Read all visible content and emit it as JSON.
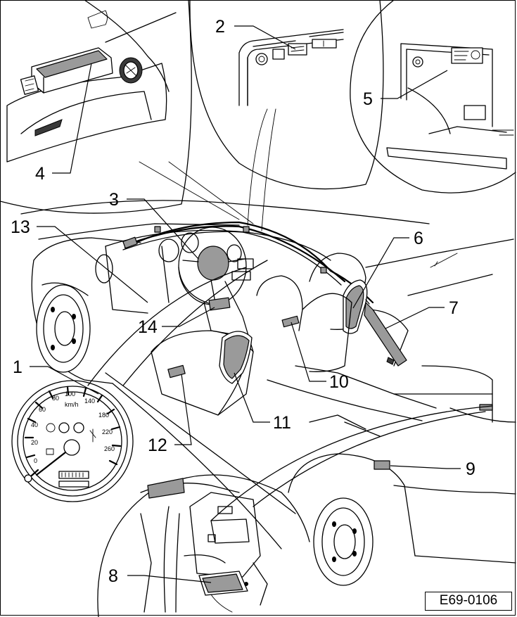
{
  "figure": {
    "reference_code": "E69-0106"
  },
  "callouts": {
    "c1": "1",
    "c2": "2",
    "c3": "3",
    "c4": "4",
    "c5": "5",
    "c6": "6",
    "c7": "7",
    "c8": "8",
    "c9": "9",
    "c10": "10",
    "c11": "11",
    "c12": "12",
    "c13": "13",
    "c14": "14"
  },
  "speedometer": {
    "unit": "km/h",
    "scale": [
      "0",
      "20",
      "40",
      "60",
      "80",
      "100",
      "140",
      "180",
      "220",
      "260"
    ]
  }
}
